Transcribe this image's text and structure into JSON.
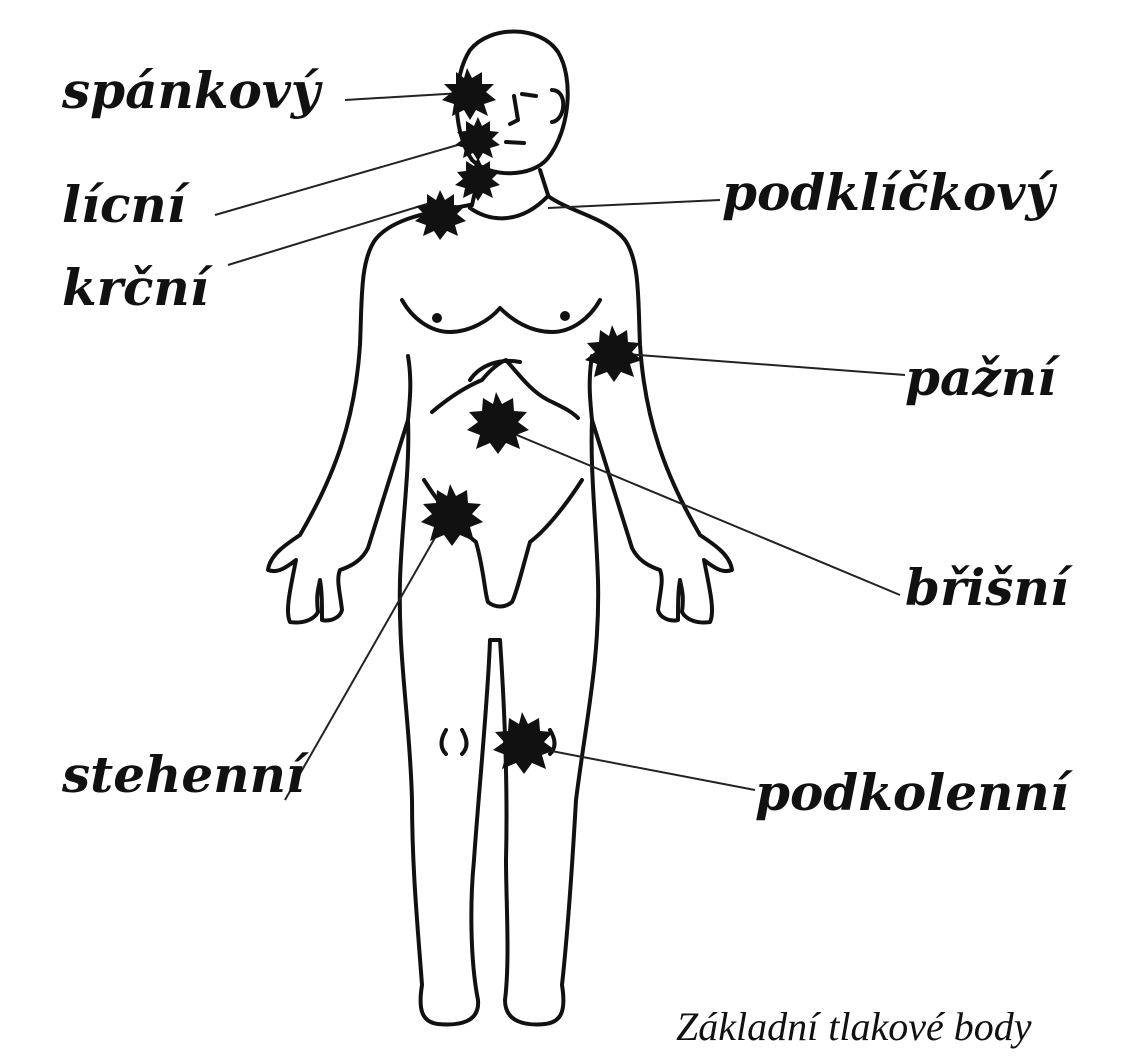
{
  "diagram": {
    "labels": {
      "spankovy": "spánkový",
      "licni": "lícní",
      "krcni": "krční",
      "podklickovy": "podklíčkový",
      "pazni": "pažní",
      "brisni": "břišní",
      "stehenni": "stehenní",
      "podkolenni": "podkolenní"
    },
    "caption": "Základní tlakové body"
  },
  "colors": {
    "outline": "#111111",
    "pressure_point": "#111111",
    "background": "#ffffff"
  }
}
